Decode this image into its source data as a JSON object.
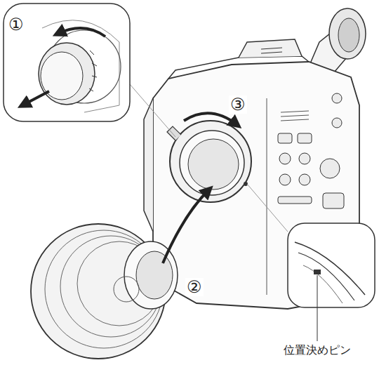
{
  "diagram": {
    "labels": [
      "①",
      "③",
      "②",
      "位置決めピン"
    ]
  }
}
